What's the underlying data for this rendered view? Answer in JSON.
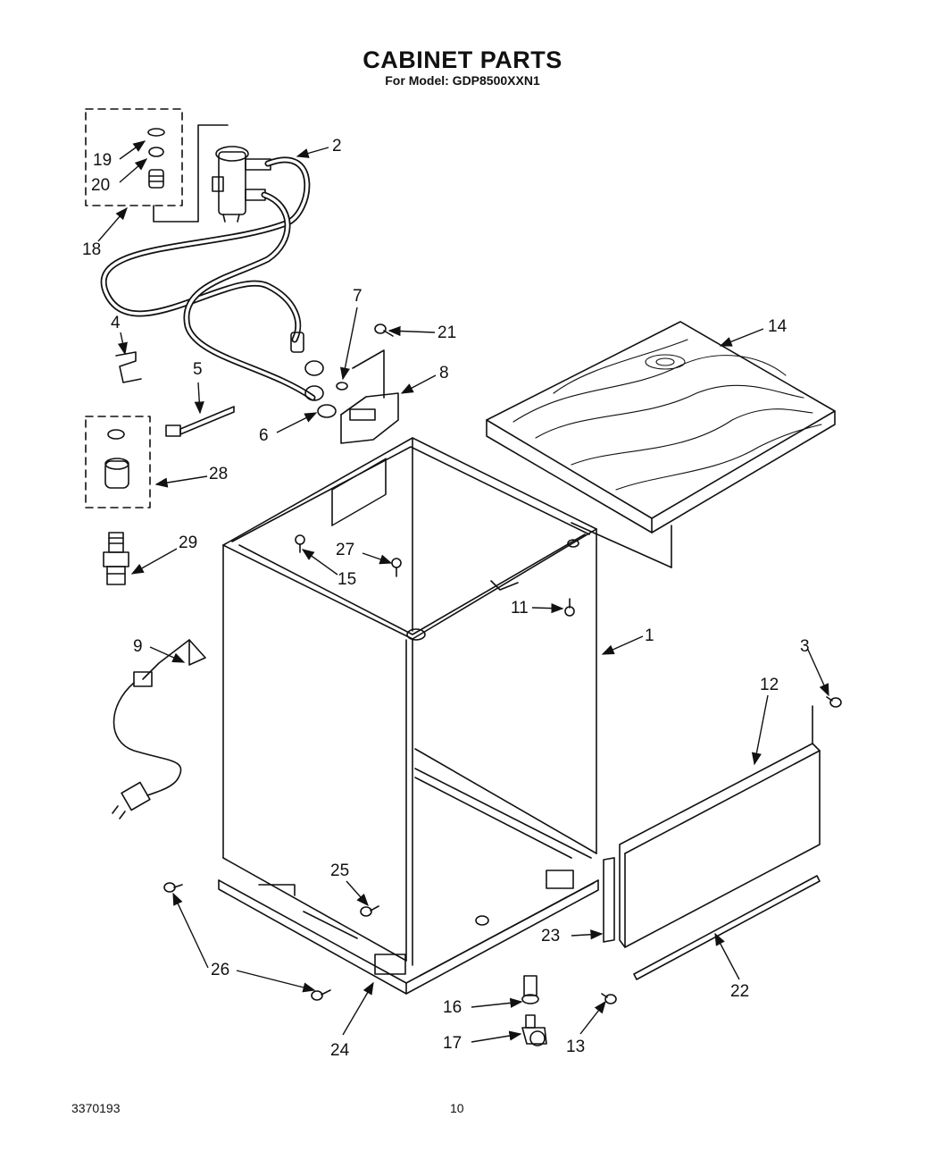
{
  "title": "CABINET PARTS",
  "subtitle": "For Model: GDP8500XXN1",
  "callouts": {
    "c1": "1",
    "c2": "2",
    "c3": "3",
    "c4": "4",
    "c5": "5",
    "c6": "6",
    "c7": "7",
    "c8": "8",
    "c9": "9",
    "c11": "11",
    "c12": "12",
    "c13": "13",
    "c14": "14",
    "c15": "15",
    "c16": "16",
    "c17": "17",
    "c18": "18",
    "c19": "19",
    "c20": "20",
    "c21": "21",
    "c22": "22",
    "c23": "23",
    "c24": "24",
    "c25": "25",
    "c26": "26",
    "c27": "27",
    "c28": "28",
    "c29": "29"
  },
  "footer": {
    "doc_number": "3370193",
    "page_number": "10"
  }
}
